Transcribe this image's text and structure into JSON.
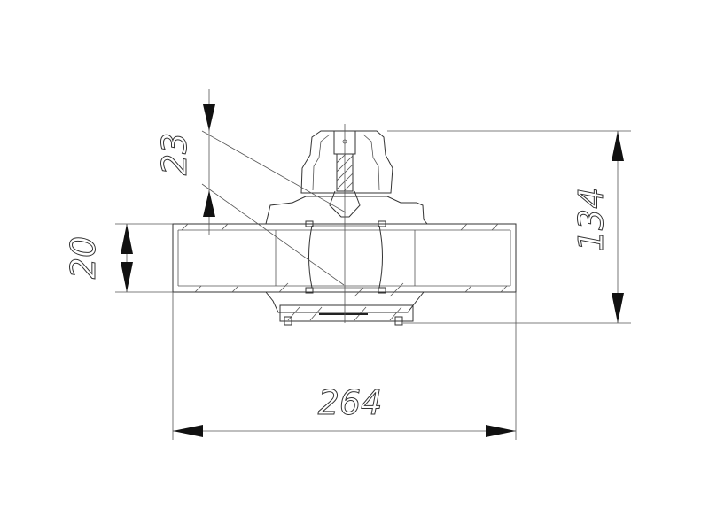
{
  "drawing": {
    "subject": "ball-valve-side-section",
    "dimensions": {
      "stem_height": "23",
      "pipe_diameter": "20",
      "total_height": "134",
      "total_length": "264"
    },
    "colors": {
      "line": "#333333",
      "arrow": "#111111",
      "background": "#ffffff"
    }
  }
}
